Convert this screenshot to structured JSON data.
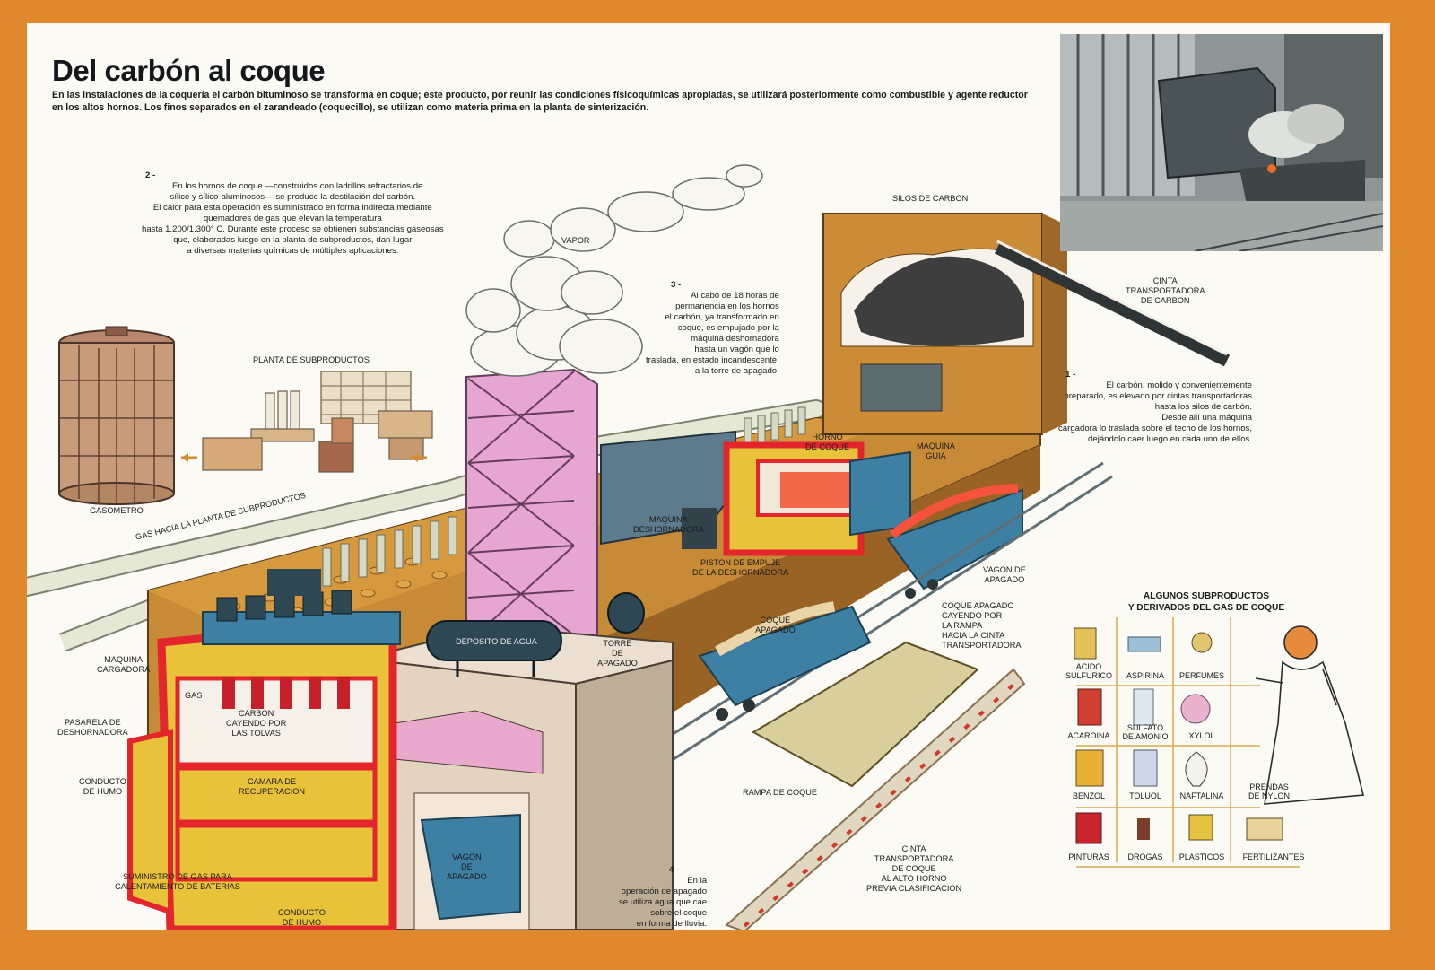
{
  "header": {
    "title": "Del carbón al coque",
    "intro": "En las instalaciones de la coquería el carbón bituminoso se transforma en coque; este producto, por reunir las condiciones físicoquímicas apropiadas, se utilizará posteriormente como combustible y agente reductor en los altos hornos. Los finos separados en el zarandeado (coquecillo), se utilizan como materia prima en la planta de sinterización."
  },
  "notes": {
    "n2_number": "2 -",
    "n2": "En los hornos de coque —construidos con ladrillos refractarios de\nsílice y sílico-aluminosos— se produce la destilación del carbón.\nEl calor para esta operación es suministrado en forma indirecta mediante\nquemadores de gas que elevan la temperatura\nhasta 1.200/1.300° C. Durante este proceso se obtienen substancias gaseosas\nque, elaboradas luego en la planta de subproductos, dan lugar\na diversas materias químicas de múltiples aplicaciones.",
    "n3_number": "3 -",
    "n3": "Al cabo de 18 horas de\npermanencia en los hornos\nel carbón, ya transformado en\ncoque, es empujado por la\nmáquina deshornadora\nhasta un vagón que lo\ntraslada, en estado incandescente,\na la torre de apagado.",
    "n1_number": "1 -",
    "n1": "El carbón, molido y convenientemente\npreparado, es elevado por cintas transportadoras\nhasta los silos de carbón.\nDesde allí una máquina\ncargadora lo traslada sobre el techo de los hornos,\ndejándolo caer luego en cada uno de ellos.",
    "n4_number": "4 -",
    "n4": "En la\noperación de apagado\nse utiliza agua que cae\nsobre el coque\nen forma de lluvia."
  },
  "labels": {
    "vapor": "VAPOR",
    "silos": "SILOS DE CARBON",
    "cinta_carbon": "CINTA\nTRANSPORTADORA\nDE CARBON",
    "planta": "PLANTA DE SUBPRODUCTOS",
    "gasometro": "GASOMETRO",
    "gas_hacia": "GAS HACIA LA PLANTA DE SUBPRODUCTOS",
    "horno": "HORNO\nDE COQUE",
    "maquina_guia": "MAQUINA\nGUIA",
    "maquina_deshornadora": "MAQUINA\nDESHORNADORA",
    "piston": "PISTON DE EMPUJE\nDE LA DESHORNADORA",
    "vagon_apagado_1": "VAGON DE\nAPAGADO",
    "coque_apagado": "COQUE\nAPAGADO",
    "coque_cayendo": "COQUE APAGADO\nCAYENDO POR\nLA RAMPA\nHACIA LA CINTA\nTRANSPORTADORA",
    "deposito": "DEPOSITO DE AGUA",
    "torre": "TORRE\nDE\nAPAGADO",
    "maquina_cargadora": "MAQUINA\nCARGADORA",
    "gas": "GAS",
    "carbon_cayendo": "CARBON\nCAYENDO POR\nLAS TOLVAS",
    "pasarela": "PASARELA DE\nDESHORNADORA",
    "conducto_humo_1": "CONDUCTO\nDE HUMO",
    "camara": "CAMARA DE\nRECUPERACION",
    "suministro": "SUMINISTRO DE GAS PARA\nCALENTAMIENTO DE BATERIAS",
    "conducto_humo_2": "CONDUCTO\nDE HUMO",
    "vagon_apagado_2": "VAGON\nDE\nAPAGADO",
    "rampa": "RAMPA DE COQUE",
    "cinta_coque": "CINTA\nTRANSPORTADORA\nDE COQUE\nAL ALTO HORNO\nPREVIA CLASIFICACION"
  },
  "subproducts": {
    "title": "ALGUNOS SUBPRODUCTOS\nY DERIVADOS DEL GAS DE COQUE",
    "items": [
      "ACIDO\nSULFURICO",
      "ASPIRINA",
      "PERFUMES",
      "ACAROINA",
      "SULFATO\nDE AMONIO",
      "XYLOL",
      "BENZOL",
      "TOLUOL",
      "NAFTALINA",
      "PINTURAS",
      "DROGAS",
      "PLASTICOS",
      "FERTILIZANTES"
    ],
    "extra": "PRENDAS\nDE NYLON"
  },
  "colors": {
    "border": "#e0892c",
    "oven_brick": "#c9862f",
    "red_frame": "#e3262b",
    "yellow": "#e8c238",
    "tower_pink": "#e7a6d2",
    "blue_wagon": "#3e7fa4",
    "pipe": "#dfe2cf",
    "rail": "#5f6f74"
  }
}
